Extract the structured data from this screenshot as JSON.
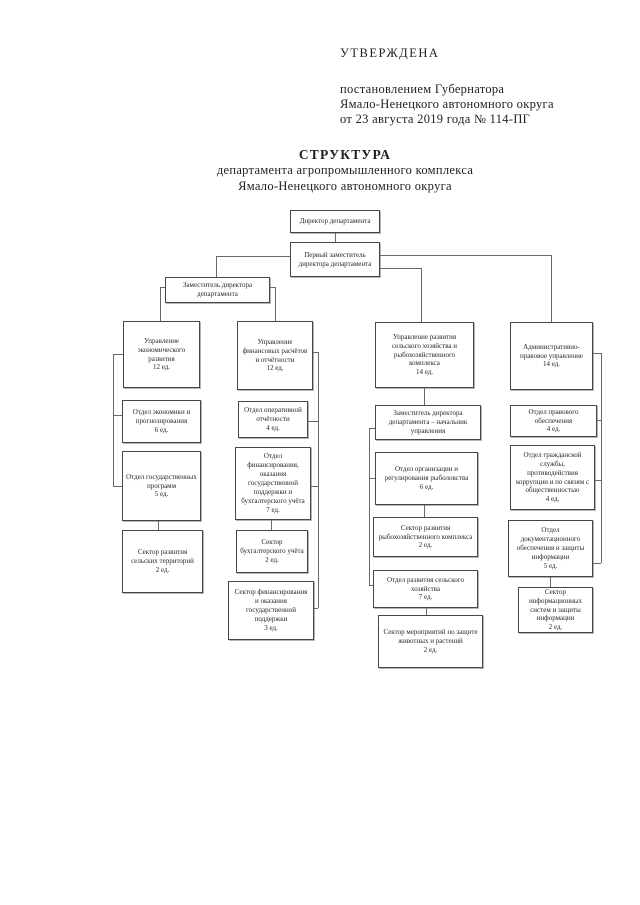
{
  "approval": {
    "stamp": "УТВЕРЖДЕНА",
    "doc_lines": [
      "постановлением Губернатора",
      "Ямало-Ненецкого автономного округа",
      "от 23 августа 2019 года № 114-ПГ"
    ]
  },
  "title": {
    "heading": "СТРУКТУРА",
    "subtitle1": "департамента агропромышленного комплекса",
    "subtitle2": "Ямало-Ненецкого автономного округа"
  },
  "chart": {
    "nodes": {
      "director": {
        "label": "Директор департамента"
      },
      "first_deputy": {
        "label": "Первый заместитель директора департамента"
      },
      "deputy": {
        "label": "Заместитель директора департамента"
      },
      "u1": {
        "label": "Управление экономического развития",
        "units": "12 ед."
      },
      "u2": {
        "label": "Управление финансовых расчётов и отчётности",
        "units": "12 ед."
      },
      "u3": {
        "label": "Управление развития сельского хозяйства и рыбохозяйственного комплекса",
        "units": "14 ед."
      },
      "u4": {
        "label": "Административно-правовое управление",
        "units": "14 ед."
      },
      "c1b1": {
        "label": "Отдел экономики и прогнозирования",
        "units": "6 ед."
      },
      "c1b2": {
        "label": "Отдел государственных программ",
        "units": "5 ед."
      },
      "c1b3": {
        "label": "Сектор развития сельских территорий",
        "units": "2 ед."
      },
      "c2b1": {
        "label": "Отдел оперативной отчётности",
        "units": "4 ед."
      },
      "c2b2": {
        "label": "Отдел финансирования, оказания государственной поддержки и бухгалтерского учёта",
        "units": "7 ед."
      },
      "c2b3": {
        "label": "Сектор бухгалтерского учёта",
        "units": "2 ед."
      },
      "c2b4": {
        "label": "Сектор финансирования и оказания государственной поддержки",
        "units": "3 ед."
      },
      "c3b1": {
        "label": "Заместитель директора департамента – начальник управления"
      },
      "c3b2": {
        "label": "Отдел организации и регулирования рыболовства",
        "units": "6 ед."
      },
      "c3b3": {
        "label": "Сектор развития рыбохозяйственного комплекса",
        "units": "2 ед."
      },
      "c3b4": {
        "label": "Отдел развития сельского хозяйства",
        "units": "7 ед."
      },
      "c3b5": {
        "label": "Сектор мероприятий по защите животных и растений",
        "units": "2 ед."
      },
      "c4b1": {
        "label": "Отдел правового обеспечения",
        "units": "4 ед."
      },
      "c4b2": {
        "label": "Отдел гражданской службы, противодействия коррупции и по связям с общественностью",
        "units": "4 ед."
      },
      "c4b3": {
        "label": "Отдел документационного обеспечения и защиты информации",
        "units": "5 ед."
      },
      "c4b4": {
        "label": "Сектор информационных систем и защиты информации",
        "units": "2 ед."
      }
    }
  }
}
